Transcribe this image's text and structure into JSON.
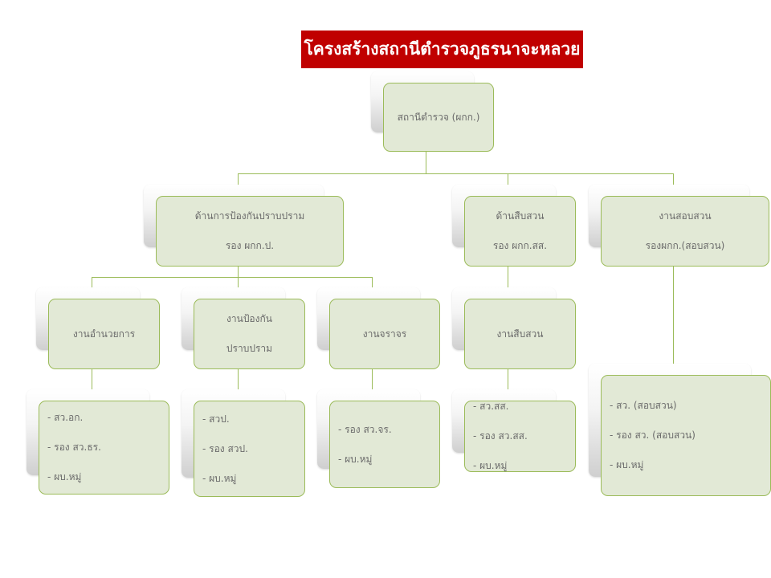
{
  "title": "โครงสร้างสถานีตำรวจภูธรนาจะหลวย",
  "root": {
    "lines": [
      "สถานีตำรวจ (ผกก.)"
    ]
  },
  "level1": [
    {
      "lines": [
        "ด้านการป้องกันปราบปราม",
        "รอง ผกก.ป."
      ]
    },
    {
      "lines": [
        "ด้านสืบสวน",
        "รอง ผกก.สส."
      ]
    },
    {
      "lines": [
        "งานสอบสวน",
        "รองผกก.(สอบสวน)"
      ]
    }
  ],
  "level2": [
    {
      "lines": [
        "งานอำนวยการ"
      ]
    },
    {
      "lines": [
        "งานป้องกัน",
        "ปราบปราม"
      ]
    },
    {
      "lines": [
        "งานจราจร"
      ]
    },
    {
      "lines": [
        "งานสืบสวน"
      ]
    }
  ],
  "level3": [
    {
      "lines": [
        "- สว.อก.",
        "- รอง สว.ธร.",
        "- ผบ.หมู่"
      ]
    },
    {
      "lines": [
        "- สวป.",
        "- รอง สวป.",
        "- ผบ.หมู่"
      ]
    },
    {
      "lines": [
        "- รอง สว.จร.",
        "- ผบ.หมู่"
      ]
    },
    {
      "lines": [
        "- สว.สส.",
        "- รอง สว.สส.",
        "- ผบ.หมู่"
      ]
    },
    {
      "lines": [
        "- สว. (สอบสวน)",
        "- รอง สว. (สอบสวน)",
        "- ผบ.หมู่"
      ]
    }
  ]
}
